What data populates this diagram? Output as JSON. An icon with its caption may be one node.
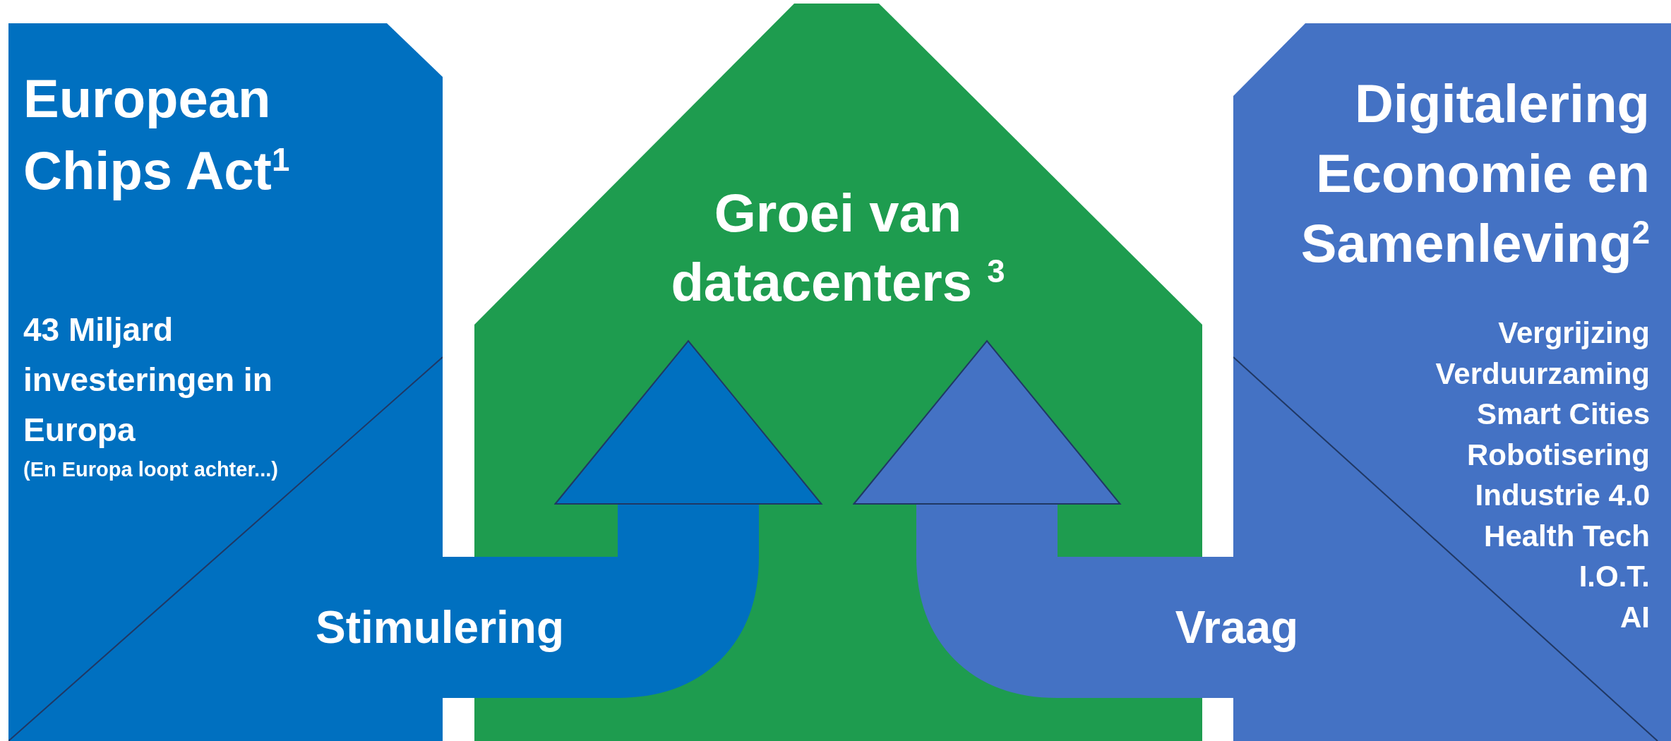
{
  "diagram": {
    "nodes": [
      {
        "text": [
          "European Chips Act$^{1}$",
          "43 Miljard investeringen in Europa",
          "(En Europa loopt achter...)"
        ]
      },
      {
        "text": [
          "Groei van datacenters $^{3}$"
        ]
      },
      {
        "text": [
          "Digitalering Economie en Samenleving$^{2}$",
          "Vergrijzing",
          "Verduurzaming",
          "Smart Cities",
          "Robotisering",
          "Industrie 4.0",
          "Health Tech",
          "I.O.T.",
          "AI"
        ]
      }
    ],
    "edges": [
      {
        "from": 0,
        "to": 1,
        "arrow": "to",
        "label": "Stimulering",
        "color": "#0070c0"
      },
      {
        "from": 2,
        "to": 1,
        "arrow": "to",
        "label": "Vraag",
        "color": "#4472c4"
      }
    ]
  }
}
